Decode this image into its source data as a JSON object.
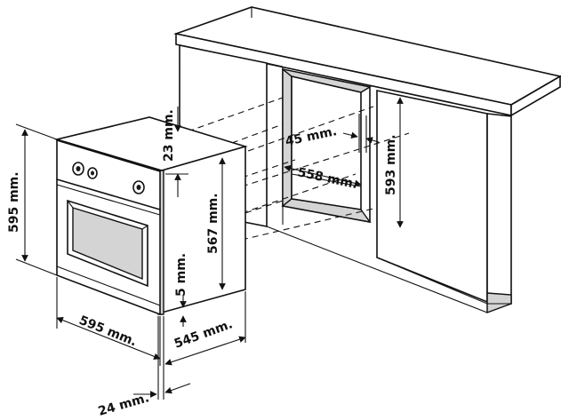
{
  "labels": {
    "oven_height": "595 mm.",
    "oven_width": "595 mm.",
    "oven_depth": "545 mm.",
    "front_panel": "24 mm.",
    "top_gap": "23 mm.",
    "body_height": "567 mm.",
    "bottom_gap": "5 mm.",
    "niche_side": "45 mm.",
    "niche_width": "558 mm.",
    "niche_height": "593 mm."
  }
}
